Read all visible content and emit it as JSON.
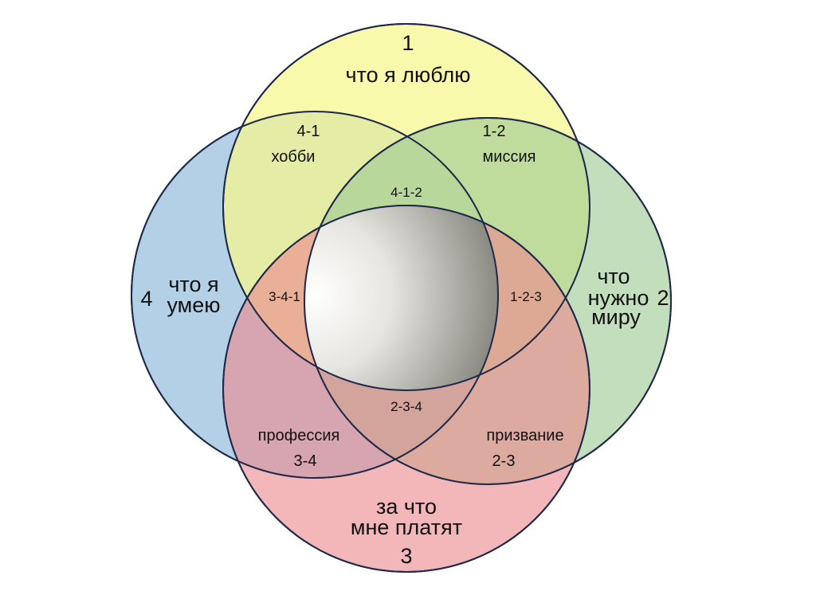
{
  "diagram": {
    "type": "venn",
    "sets": [
      {
        "number": "1",
        "label": "что я люблю",
        "color": "#fafaa2"
      },
      {
        "number": "2",
        "label_lines": [
          "что",
          "нужно",
          "миру"
        ],
        "color": "#b4d6b0"
      },
      {
        "number": "3",
        "label_lines": [
          "за что",
          "мне платят"
        ],
        "color": "#f4abad"
      },
      {
        "number": "4",
        "label_lines": [
          "что я",
          "умею"
        ],
        "color": "#b3d0e6"
      }
    ],
    "intersections": {
      "hobby": {
        "code": "4-1",
        "name": "хобби"
      },
      "mission": {
        "code": "1-2",
        "name": "миссия"
      },
      "calling": {
        "code": "2-3",
        "name": "призвание"
      },
      "profession": {
        "code": "3-4",
        "name": "профессия"
      },
      "triple_412": "4-1-2",
      "triple_123": "1-2-3",
      "triple_234": "2-3-4",
      "triple_341": "3-4-1"
    },
    "colors": {
      "outline": "#1f2a4a",
      "center_light": "#ffffff",
      "center_dark": "#6b6b63"
    }
  }
}
